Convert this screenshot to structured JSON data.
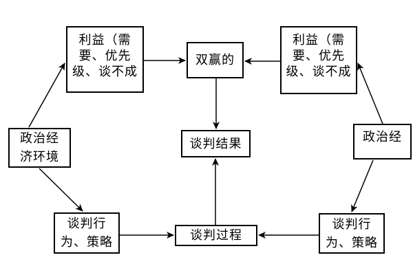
{
  "diagram": {
    "description_domain": "negotiation factors flow diagram",
    "colors": {
      "background": "#ffffff",
      "line": "#000000",
      "text": "#000000"
    },
    "boxes": {
      "interests_left": {
        "lines": [
          "利益（需",
          "要、优先",
          "级、谈不成"
        ]
      },
      "win_win": {
        "lines": [
          "双赢的"
        ]
      },
      "interests_right": {
        "lines": [
          "利益（需",
          "要、优先",
          "级、谈不成"
        ]
      },
      "env_left": {
        "lines": [
          "政治经",
          "济环境"
        ]
      },
      "outcome": {
        "lines": [
          "谈判结果"
        ]
      },
      "env_right": {
        "lines": [
          "政治经"
        ]
      },
      "behavior_left": {
        "lines": [
          "谈判行",
          "为、策略"
        ]
      },
      "process": {
        "lines": [
          "谈判过程"
        ]
      },
      "behavior_right": {
        "lines": [
          "谈判行",
          "为、策略"
        ]
      }
    },
    "edges": [
      {
        "from": "env_left",
        "to": "interests_left"
      },
      {
        "from": "interests_left",
        "to": "win_win"
      },
      {
        "from": "interests_right",
        "to": "win_win"
      },
      {
        "from": "env_right",
        "to": "interests_right"
      },
      {
        "from": "win_win",
        "to": "outcome"
      },
      {
        "from": "process",
        "to": "outcome"
      },
      {
        "from": "env_left",
        "to": "behavior_left"
      },
      {
        "from": "env_right",
        "to": "behavior_right"
      },
      {
        "from": "behavior_left",
        "to": "process"
      },
      {
        "from": "behavior_right",
        "to": "process"
      }
    ]
  }
}
